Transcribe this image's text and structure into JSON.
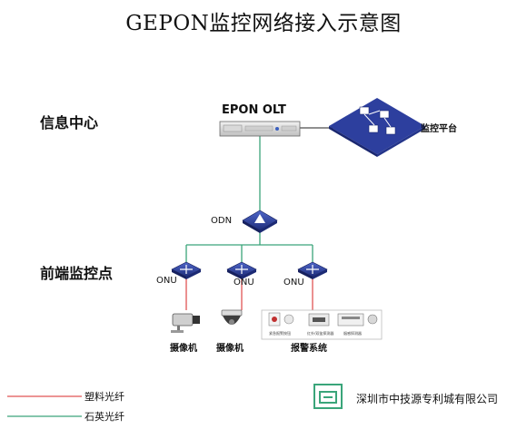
{
  "title": "GEPON监控网络接入示意图",
  "sections": {
    "info_center": "信息中心",
    "front_end": "前端监控点"
  },
  "nodes": {
    "olt": "EPON OLT",
    "platform": "监控平台",
    "odn": "ODN",
    "onu_left": "ONU",
    "onu_middle": "ONU",
    "onu_right": "ONU",
    "camera1": "摄像机",
    "camera2": "摄像机",
    "alarm": "报警系统",
    "alarm_items": [
      "紧急报警按钮",
      "红外/双鉴探测器",
      "烟感探测器"
    ]
  },
  "legend": {
    "plastic_fiber": "塑料光纤",
    "quartz_fiber": "石英光纤"
  },
  "colors": {
    "plastic_fiber": "#e05555",
    "quartz_fiber": "#3aa57a",
    "device_blue": "#2d3f9e"
  },
  "company": "深圳市中技源专利城有限公司"
}
